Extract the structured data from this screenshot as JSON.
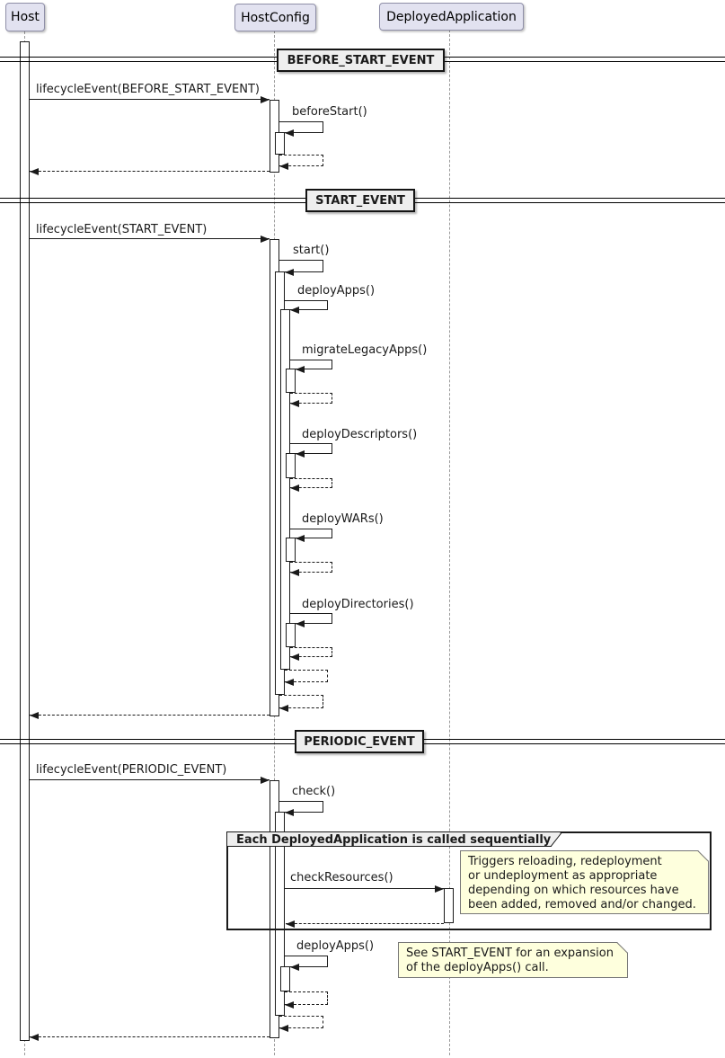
{
  "participants": [
    {
      "label": "Host"
    },
    {
      "label": "HostConfig"
    },
    {
      "label": "DeployedApplication"
    }
  ],
  "dividers": [
    {
      "label": "BEFORE_START_EVENT"
    },
    {
      "label": "START_EVENT"
    },
    {
      "label": "PERIODIC_EVENT"
    }
  ],
  "messages": {
    "lifecycle_before_start": "lifecycleEvent(BEFORE_START_EVENT)",
    "before_start": "beforeStart()",
    "lifecycle_start": "lifecycleEvent(START_EVENT)",
    "start": "start()",
    "deploy_apps": "deployApps()",
    "migrate_legacy_apps": "migrateLegacyApps()",
    "deploy_descriptors": "deployDescriptors()",
    "deploy_wars": "deployWARs()",
    "deploy_directories": "deployDirectories()",
    "lifecycle_periodic": "lifecycleEvent(PERIODIC_EVENT)",
    "check": "check()",
    "check_resources": "checkResources()",
    "deploy_apps_periodic": "deployApps()"
  },
  "group": {
    "label": "Each DeployedApplication is called sequentially"
  },
  "notes": [
    {
      "lines": [
        "Triggers reloading, redeployment",
        "or undeployment as appropriate",
        "depending on which resources have",
        "been added, removed and/or changed."
      ]
    },
    {
      "lines": [
        "See START_EVENT for an expansion",
        "of the deployApps() call."
      ]
    }
  ],
  "colors": {
    "participant_fill": "#E2E2F0",
    "divider_fill": "#EEEEEE",
    "note_fill": "#FEFFDD",
    "line": "#1A1A1A",
    "lifeline": "#9A9A9A"
  }
}
